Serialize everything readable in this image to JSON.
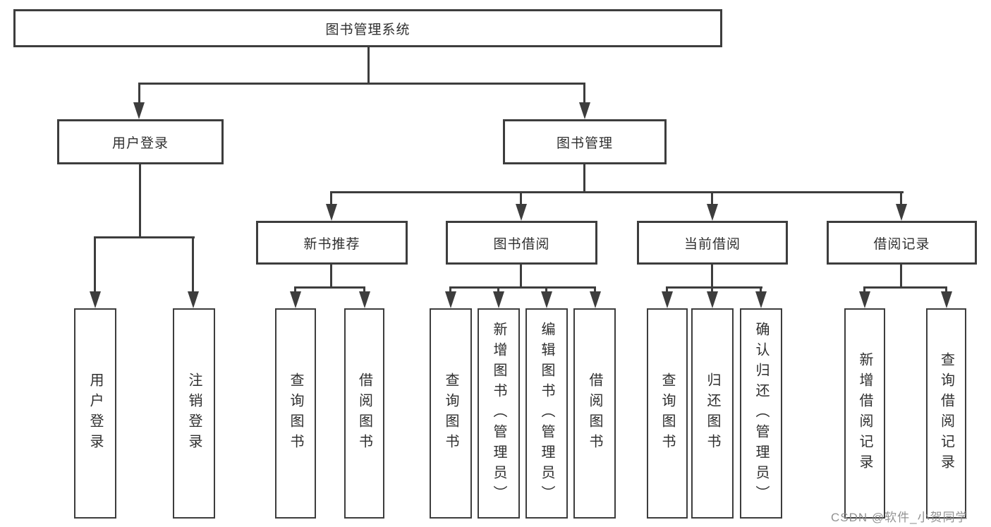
{
  "diagram_title": "图书管理系统",
  "nodes": {
    "root": "图书管理系统",
    "user_login": "用户登录",
    "book_mgmt": "图书管理",
    "new_book_rec": "新书推荐",
    "book_borrow": "图书借阅",
    "current_borrow": "当前借阅",
    "borrow_records": "借阅记录",
    "ul_user_login": "用户登录",
    "ul_logout": "注销登录",
    "nbr_query_book": "查询图书",
    "nbr_borrow_book": "借阅图书",
    "bb_query_book": "查询图书",
    "bb_add_book": "新增图书（管理员）",
    "bb_edit_book": "编辑图书（管理员）",
    "bb_borrow_book": "借阅图书",
    "cb_query_book": "查询图书",
    "cb_return_book": "归还图书",
    "cb_confirm_return": "确认归还（管理员）",
    "br_add_record": "新增借阅记录",
    "br_query_record": "查询借阅记录"
  },
  "hierarchy": {
    "root": "图书管理系统",
    "children": [
      {
        "label": "用户登录",
        "children": [
          "用户登录",
          "注销登录"
        ]
      },
      {
        "label": "图书管理",
        "children": [
          {
            "label": "新书推荐",
            "children": [
              "查询图书",
              "借阅图书"
            ]
          },
          {
            "label": "图书借阅",
            "children": [
              "查询图书",
              "新增图书（管理员）",
              "编辑图书（管理员）",
              "借阅图书"
            ]
          },
          {
            "label": "当前借阅",
            "children": [
              "查询图书",
              "归还图书",
              "确认归还（管理员）"
            ]
          },
          {
            "label": "借阅记录",
            "children": [
              "新增借阅记录",
              "查询借阅记录"
            ]
          }
        ]
      }
    ]
  },
  "watermark": {
    "text": "CSDN @软件_小贺同学"
  },
  "colors": {
    "line": "#3d3d3d",
    "text": "#2f2f2f",
    "background": "#ffffff",
    "watermark": "#8c8c8c"
  }
}
